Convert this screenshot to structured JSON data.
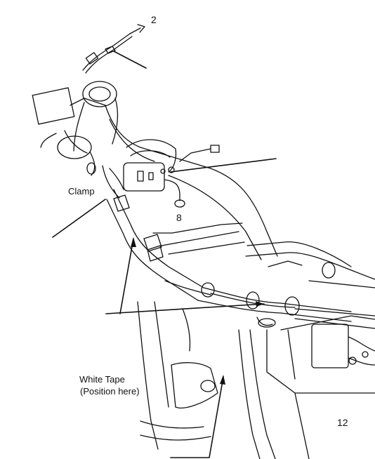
{
  "diagram": {
    "labels": {
      "callout_2": "2",
      "clamp": "Clamp",
      "callout_8": "8",
      "white_tape_line1": "White Tape",
      "white_tape_line2": "(Position here)",
      "page_number": "12"
    },
    "colors": {
      "ink": "#111111",
      "background": "#ffffff"
    }
  }
}
